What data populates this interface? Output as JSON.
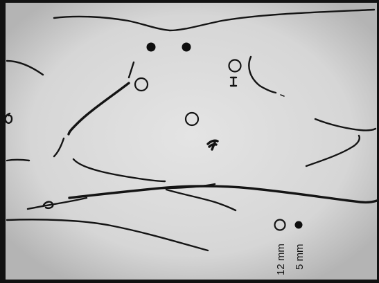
{
  "legend": {
    "items": [
      {
        "symbol": "open-circle",
        "label": "12 mm"
      },
      {
        "symbol": "filled-circle",
        "label": "5 mm"
      }
    ]
  },
  "ports": {
    "twelve_mm_count": 3,
    "five_mm_count": 2
  },
  "colors": {
    "background_frame": "#121212",
    "panel": "#dcdcdc",
    "ink": "#141414"
  }
}
